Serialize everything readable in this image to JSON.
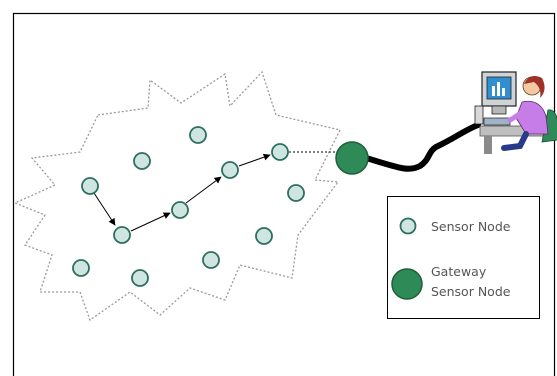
{
  "colors": {
    "background": "#ffffff",
    "frame": "#000000",
    "cloud_outline": "#9a9a9a",
    "sensor_fill": "#cfe5e2",
    "sensor_stroke": "#2f6f5f",
    "gateway_fill": "#2e8b57",
    "gateway_stroke": "#1f5f3a",
    "arrow": "#000000",
    "cable": "#000000",
    "legend_text": "#555555"
  },
  "legend": {
    "items": [
      {
        "label_lines": [
          "Sensor Node"
        ],
        "icon": "sensor-node-icon"
      },
      {
        "label_lines": [
          "Gateway",
          "Sensor Node"
        ],
        "icon": "gateway-node-icon"
      }
    ]
  },
  "diagram": {
    "icons": [
      "user-at-computer-icon"
    ]
  }
}
